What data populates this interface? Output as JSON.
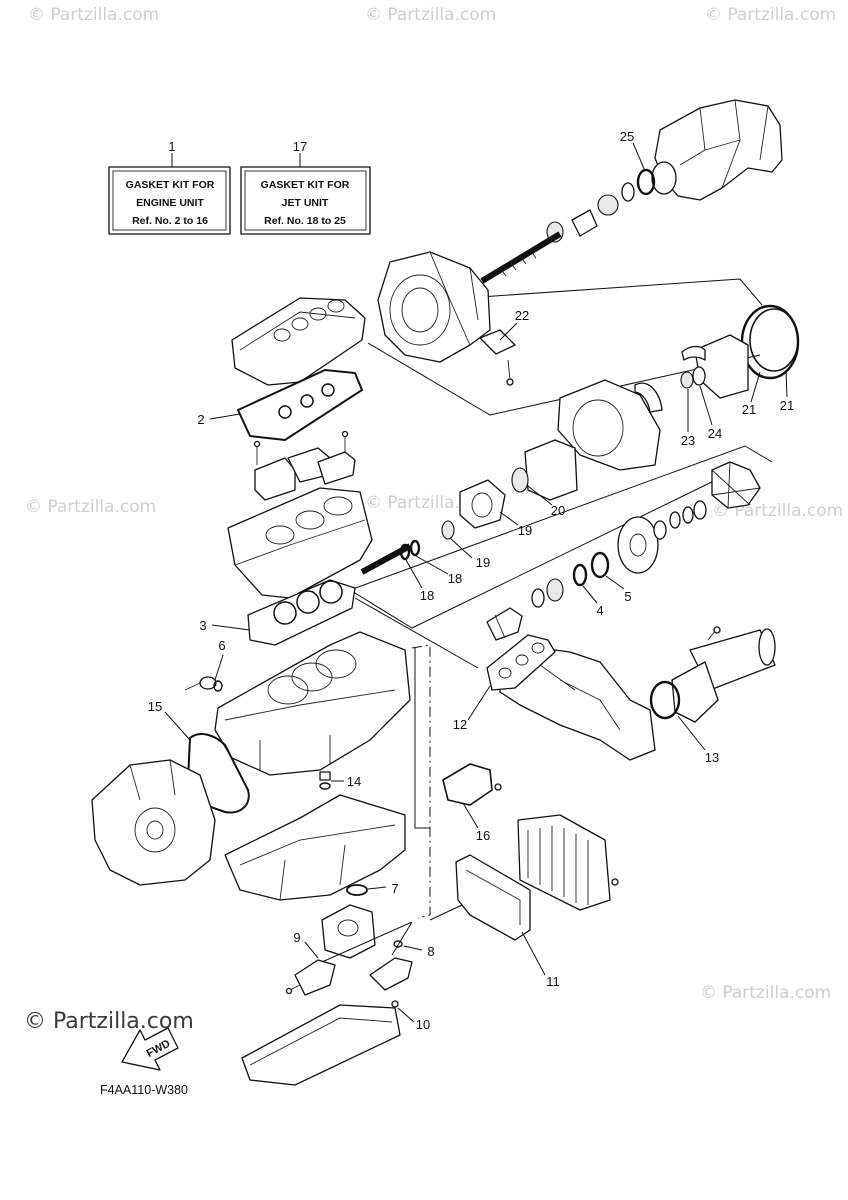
{
  "watermark": "© Partzilla.com",
  "kits": [
    {
      "line1": "GASKET KIT FOR",
      "line2": "ENGINE UNIT",
      "line3": "Ref. No. 2 to 16"
    },
    {
      "line1": "GASKET KIT FOR",
      "line2": "JET UNIT",
      "line3": "Ref. No. 18 to 25"
    }
  ],
  "callouts": [
    "1",
    "17",
    "25",
    "22",
    "2",
    "21",
    "21",
    "23",
    "24",
    "20",
    "19",
    "19",
    "18",
    "18",
    "4",
    "5",
    "3",
    "6",
    "15",
    "12",
    "13",
    "14",
    "16",
    "7",
    "11",
    "9",
    "8",
    "10"
  ],
  "fwd_label": "FWD",
  "diagram_code": "F4AA110-W380"
}
